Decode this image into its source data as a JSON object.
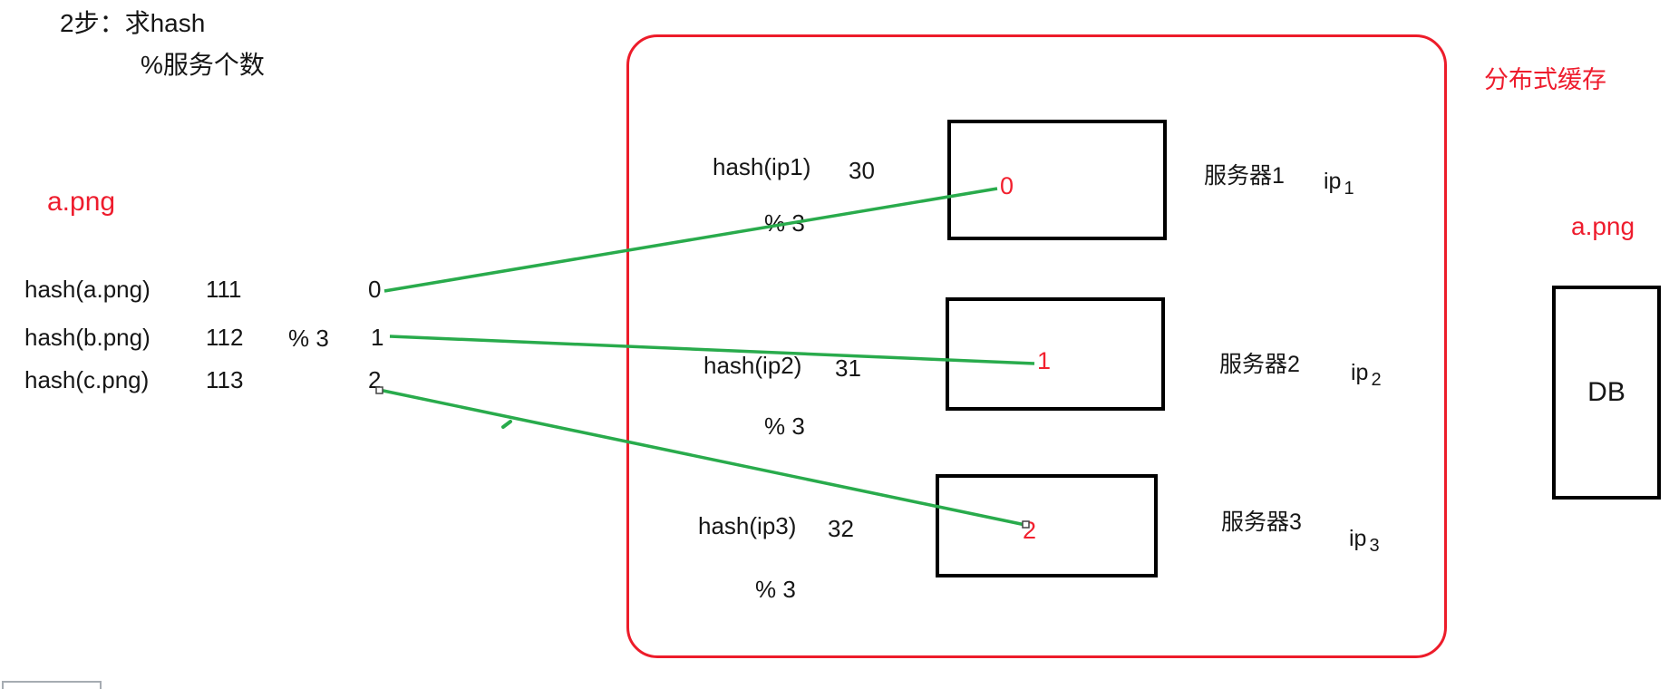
{
  "colors": {
    "accent_red": "#ed1c2a",
    "accent_green": "#29ab4c",
    "text_black": "#161616"
  },
  "step_note": {
    "line1": "2步：求hash",
    "line2": "%服务个数"
  },
  "left_panel": {
    "file_label": "a.png",
    "mod_label": "% 3",
    "rows": [
      {
        "expr": "hash(a.png)",
        "value": "111",
        "result": "0"
      },
      {
        "expr": "hash(b.png)",
        "value": "112",
        "result": "1"
      },
      {
        "expr": "hash(c.png)",
        "value": "113",
        "result": "2"
      }
    ]
  },
  "cache": {
    "title": "分布式缓存",
    "servers": [
      {
        "hash_expr": "hash(ip1)",
        "hash_value": "30",
        "mod_label": "% 3",
        "slot": "0",
        "name": "服务器1",
        "ip_base": "ip",
        "ip_sub": "1"
      },
      {
        "hash_expr": "hash(ip2)",
        "hash_value": "31",
        "mod_label": "% 3",
        "slot": "1",
        "name": "服务器2",
        "ip_base": "ip",
        "ip_sub": "2"
      },
      {
        "hash_expr": "hash(ip3)",
        "hash_value": "32",
        "mod_label": "% 3",
        "slot": "2",
        "name": "服务器3",
        "ip_base": "ip",
        "ip_sub": "3"
      }
    ]
  },
  "db_panel": {
    "file_label": "a.png",
    "box_label": "DB"
  }
}
